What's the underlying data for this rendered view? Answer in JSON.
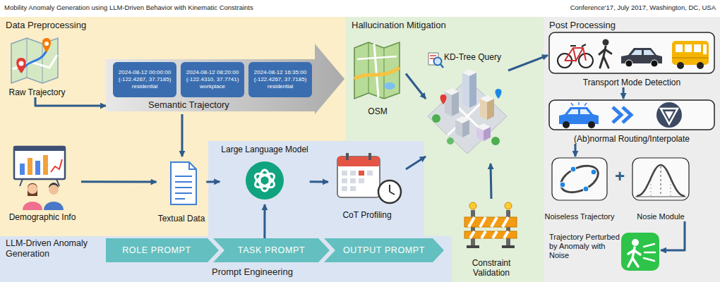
{
  "diagram": {
    "nodes": [
      {
        "text": [
          "Data Preprocessing"
        ]
      },
      {
        "text": [
          "Raw Trajectory"
        ],
        "in": 0
      },
      {
        "text": [
          "Semantic Trajectory"
        ],
        "in": 0
      },
      {
        "text": [
          "2024-08-12 00:00:00",
          "(-122.4267, 37.7185)",
          "residential"
        ],
        "in": 2
      },
      {
        "text": [
          "2024-08-12 08:20:00",
          "(-122.4310, 37.7741)",
          "workplace"
        ],
        "in": 2
      },
      {
        "text": [
          "2024-08-12 16:35:00",
          "(-122.4267, 37.7185)",
          "residential"
        ],
        "in": 2
      },
      {
        "text": [
          "Demographic Info"
        ],
        "in": 0
      },
      {
        "text": [
          "Textual Data"
        ],
        "in": 0
      },
      {
        "text": [
          "Hallucination Mitigation"
        ]
      },
      {
        "text": [
          "OSM"
        ],
        "in": 8
      },
      {
        "text": [
          "KD-Tree Query"
        ],
        "in": 8
      },
      {
        "text": [
          "Post Processing"
        ]
      },
      {
        "text": [
          "Transport Mode Detection"
        ],
        "in": 11
      },
      {
        "text": [
          "(Ab)normal Routing/Interpolate"
        ],
        "in": 11
      },
      {
        "text": [
          "Noiseless Trajectory"
        ],
        "in": 11
      },
      {
        "text": [
          "Nosie Module"
        ],
        "in": 11
      },
      {
        "text": [
          "LLM-Driven Anomaly Generation",
          "Prompt Engineering"
        ]
      },
      {
        "text": [
          "Large Language Model"
        ],
        "in": 16
      },
      {
        "text": [
          "CoT Profiling"
        ],
        "in": 16
      },
      {
        "text": [
          "ROLE PROMPT"
        ],
        "in": 16
      },
      {
        "text": [
          "TASK PROMPT"
        ],
        "in": 16
      },
      {
        "text": [
          "OUTPUT PROMPT"
        ],
        "in": 16
      },
      {
        "text": [
          "Constraint Validation"
        ],
        "in": 8
      },
      {
        "text": [
          "Trajectory Perturbed by Anomaly with Noise"
        ],
        "in": 11
      }
    ],
    "edges": [
      {
        "from": 1,
        "to": 2,
        "arrow": "to"
      },
      {
        "from": 2,
        "to": 7,
        "arrow": "to"
      },
      {
        "from": 6,
        "to": 7,
        "arrow": "to"
      },
      {
        "from": 7,
        "to": 17,
        "arrow": "to"
      },
      {
        "from": 17,
        "to": 18,
        "arrow": "to"
      },
      {
        "from": 20,
        "to": 17,
        "arrow": "to"
      },
      {
        "from": 18,
        "to": 10,
        "arrow": "to"
      },
      {
        "from": 9,
        "to": 10,
        "arrow": "to"
      },
      {
        "from": 22,
        "to": 10,
        "arrow": "to"
      },
      {
        "from": 10,
        "to": 12,
        "arrow": "to"
      },
      {
        "from": 12,
        "to": 13,
        "arrow": "to"
      },
      {
        "from": 13,
        "to": 14,
        "arrow": "to"
      },
      {
        "from": 15,
        "to": 23,
        "arrow": "to"
      }
    ],
    "labels": [
      "Mobility Anomaly Generation using LLM-Driven Behavior with Kinematic Constraints",
      "Conference'17, July 2017, Washington, DC, USA",
      "+"
    ]
  }
}
